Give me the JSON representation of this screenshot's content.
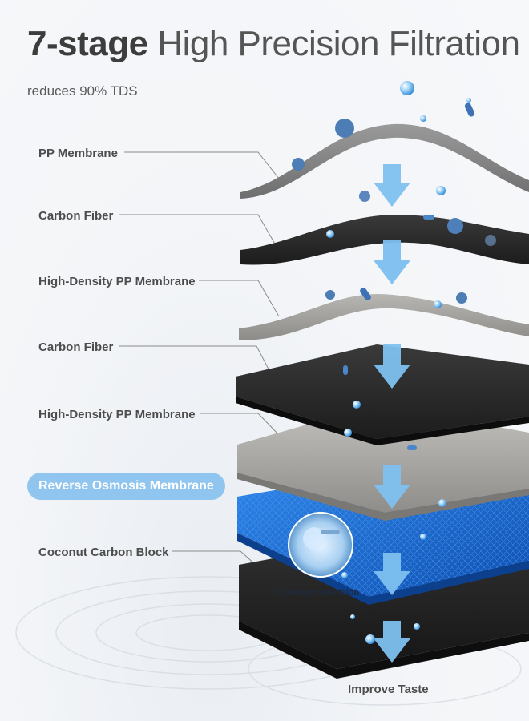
{
  "title": {
    "bold": "7-stage",
    "rest": "High Precision Filtration"
  },
  "subtitle": "reduces 90% TDS",
  "layers": [
    {
      "label": "PP Membrane"
    },
    {
      "label": "Carbon Fiber"
    },
    {
      "label": "High-Density PP Membrane"
    },
    {
      "label": "Carbon Fiber"
    },
    {
      "label": "High-Density PP Membrane"
    },
    {
      "label": "Reverse Osmosis Membrane"
    },
    {
      "label": "Coconut Carbon Block"
    }
  ],
  "precision_note": "0.0001μm precision",
  "footer": "Improve Taste",
  "colors": {
    "arrow": "#7ec0f0",
    "highlight_pill": "#8fc5ee",
    "ro_membrane": "#1e6fd6"
  }
}
